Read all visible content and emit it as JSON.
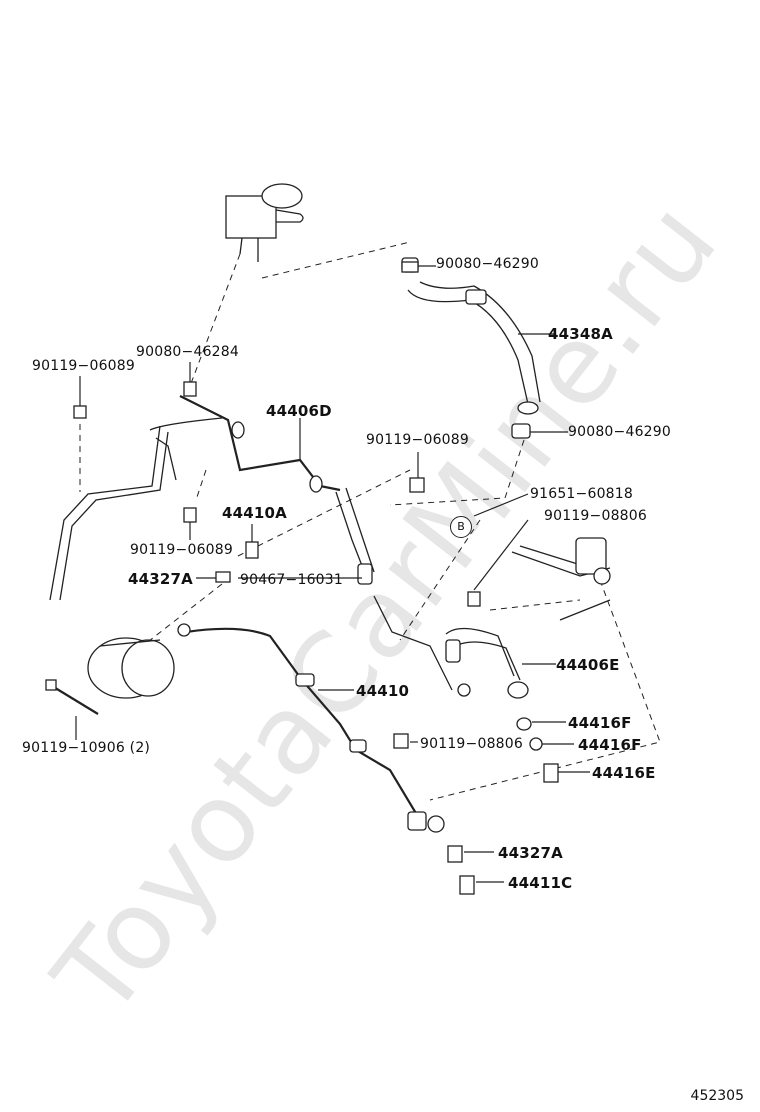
{
  "watermark": "ToyotaCarMine.ru",
  "figure_number": "452305",
  "callout_letter": "B",
  "labels": {
    "l_90080_46290_top": "90080−46290",
    "l_44348A": "44348A",
    "l_90080_46284": "90080−46284",
    "l_90119_06089_left": "90119−06089",
    "l_44406D": "44406D",
    "l_90119_06089_mid": "90119−06089",
    "l_90080_46290_right": "90080−46290",
    "l_91651_60818": "91651−60818",
    "l_90119_08806_right": "90119−08806",
    "l_44410A": "44410A",
    "l_90119_06089_low": "90119−06089",
    "l_44327A_left": "44327A",
    "l_90467_16031": "90467−16031",
    "l_44406E": "44406E",
    "l_44410": "44410",
    "l_44416F_1": "44416F",
    "l_90119_08806_low": "90119−08806",
    "l_44416F_2": "44416F",
    "l_90119_10906": "90119−10906 (2)",
    "l_44416E": "44416E",
    "l_44327A_low": "44327A",
    "l_44411C": "44411C"
  }
}
